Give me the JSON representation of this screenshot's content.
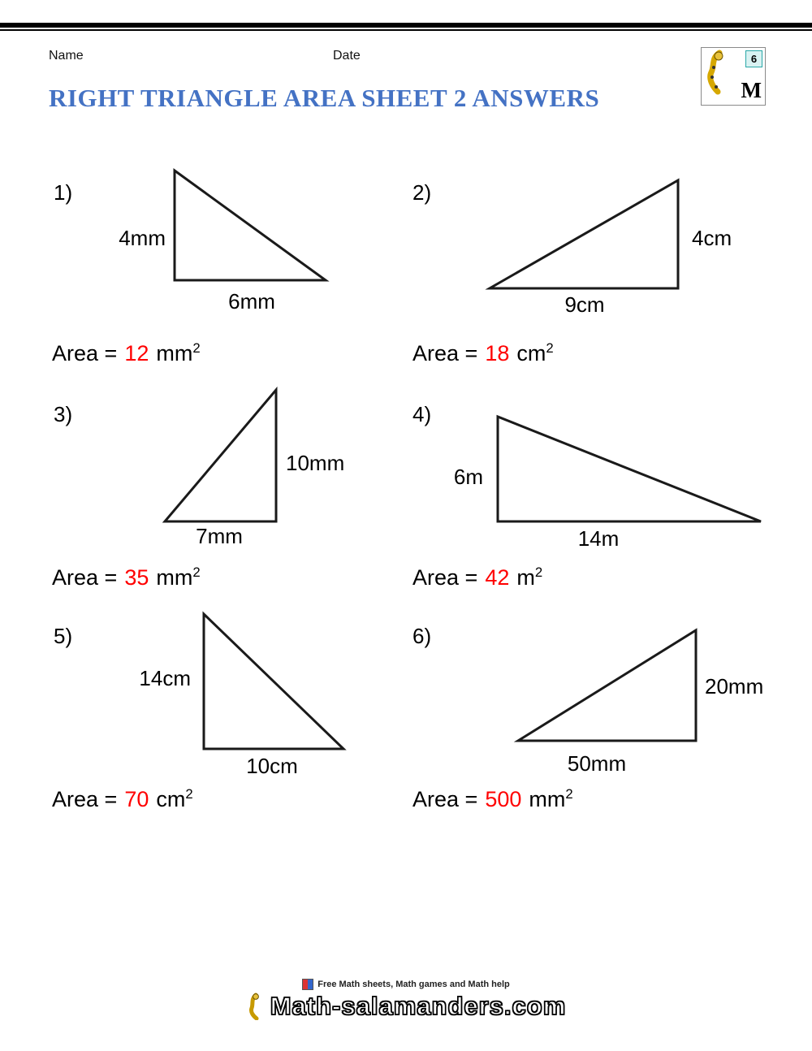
{
  "colors": {
    "title_blue": "#4472c4",
    "answer_red": "#ff0000",
    "ink_black": "#000000"
  },
  "header": {
    "name_label": "Name",
    "date_label": "Date",
    "title": "RIGHT TRIANGLE AREA SHEET 2 ANSWERS"
  },
  "logo": {
    "grade": "6",
    "monogram": "M"
  },
  "problems": [
    {
      "number": "1)",
      "height_label": "4mm",
      "base_label": "6mm",
      "area_label": "Area =",
      "area_value": "12",
      "area_unit": "mm",
      "area_exponent": "2"
    },
    {
      "number": "2)",
      "height_label": "4cm",
      "base_label": "9cm",
      "area_label": "Area =",
      "area_value": "18",
      "area_unit": "cm",
      "area_exponent": "2"
    },
    {
      "number": "3)",
      "height_label": "10mm",
      "base_label": "7mm",
      "area_label": "Area =",
      "area_value": "35",
      "area_unit": "mm",
      "area_exponent": "2"
    },
    {
      "number": "4)",
      "height_label": "6m",
      "base_label": "14m",
      "area_label": "Area =",
      "area_value": "42",
      "area_unit": "m",
      "area_exponent": "2"
    },
    {
      "number": "5)",
      "height_label": "14cm",
      "base_label": "10cm",
      "area_label": "Area =",
      "area_value": "70",
      "area_unit": "cm",
      "area_exponent": "2"
    },
    {
      "number": "6)",
      "height_label": "20mm",
      "base_label": "50mm",
      "area_label": "Area =",
      "area_value": "500",
      "area_unit": "mm",
      "area_exponent": "2"
    }
  ],
  "footer": {
    "tagline": "Free Math sheets, Math games and Math help",
    "site_name": "Math-salamanders.com"
  }
}
